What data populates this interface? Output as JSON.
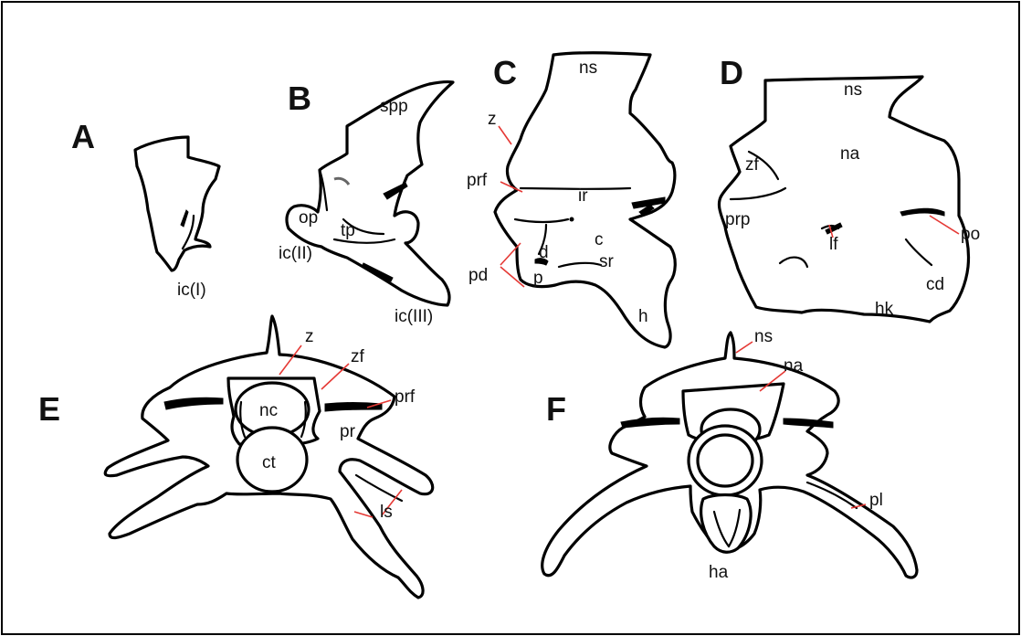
{
  "panels": {
    "A": {
      "letter": "A",
      "labels": {
        "ic1": "ic(I)"
      }
    },
    "B": {
      "letter": "B",
      "labels": {
        "spp": "spp",
        "op": "op",
        "tp": "tp",
        "ic2": "ic(II)",
        "ic3": "ic(III)"
      }
    },
    "C": {
      "letter": "C",
      "labels": {
        "ns": "ns",
        "z": "z",
        "prf": "prf",
        "ir": "ir",
        "c": "c",
        "d": "d",
        "sr": "sr",
        "pd": "pd",
        "p": "p",
        "h": "h"
      }
    },
    "D": {
      "letter": "D",
      "labels": {
        "ns": "ns",
        "na": "na",
        "zf": "zf",
        "prp": "prp",
        "lf": "lf",
        "po": "po",
        "cd": "cd",
        "hk": "hk"
      }
    },
    "E": {
      "letter": "E",
      "labels": {
        "z": "z",
        "zf": "zf",
        "prf": "prf",
        "nc": "nc",
        "pr": "pr",
        "ct": "ct",
        "ls": "ls"
      }
    },
    "F": {
      "letter": "F",
      "labels": {
        "ns": "ns",
        "na": "na",
        "pl": "pl",
        "ha": "ha"
      }
    }
  },
  "colors": {
    "outline": "#000000",
    "leader_lines": "#e53935",
    "background": "#ffffff",
    "border": "#000000"
  }
}
